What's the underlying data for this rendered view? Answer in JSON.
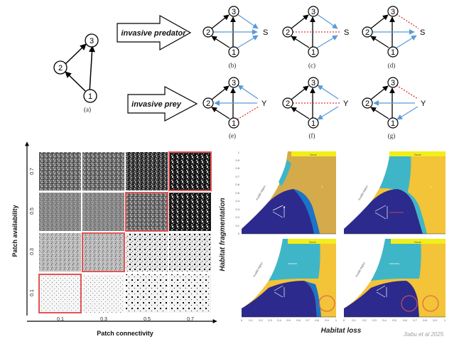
{
  "motif_a": {
    "nodes": [
      "1",
      "2",
      "3"
    ],
    "label": "(a)"
  },
  "predator_arrow": {
    "label": "invasive predator"
  },
  "prey_arrow": {
    "label": "invasive prey"
  },
  "predator_motifs": [
    {
      "label": "(b)",
      "species": "S"
    },
    {
      "label": "(c)",
      "species": "S"
    },
    {
      "label": "(d)",
      "species": "S"
    }
  ],
  "prey_motifs": [
    {
      "label": "(e)",
      "species": "Y"
    },
    {
      "label": "(f)",
      "species": "Y"
    },
    {
      "label": "(g)",
      "species": "Y"
    }
  ],
  "landscape_grid": {
    "ylabel": "Patch availability",
    "xlabel": "Patch connectivity",
    "rows": [
      "0.7",
      "0.5",
      "0.3",
      "0.1"
    ],
    "cols": [
      "0.1",
      "0.3",
      "0.5",
      "0.7"
    ]
  },
  "phase_diagrams": {
    "ylabel": "Habitat fragmentation",
    "xlabel": "Habitat loss",
    "none_label": "None",
    "invalid_label": "Invalid region",
    "y_ticks": [
      "0",
      "0.1",
      "0.2",
      "0.3",
      "0.4",
      "0.5",
      "0.6",
      "0.7",
      "0.8",
      "0.9",
      "1"
    ],
    "x_ticks": [
      "0",
      "0.1",
      "0.2",
      "0.3",
      "0.4",
      "0.5",
      "0.6",
      "0.7",
      "0.8",
      "0.9",
      "1"
    ],
    "region_label_one": "1"
  },
  "colors": {
    "blue_edge": "#5b9bd5",
    "red_dotted": "#e0342c",
    "dark_navy": "#2c2a8c",
    "gold": "#d4aa4a",
    "yellow": "#f3c338",
    "teal": "#3fb6c8",
    "highlight_red": "#e05555"
  },
  "credit": "Jiabu et al 2025"
}
